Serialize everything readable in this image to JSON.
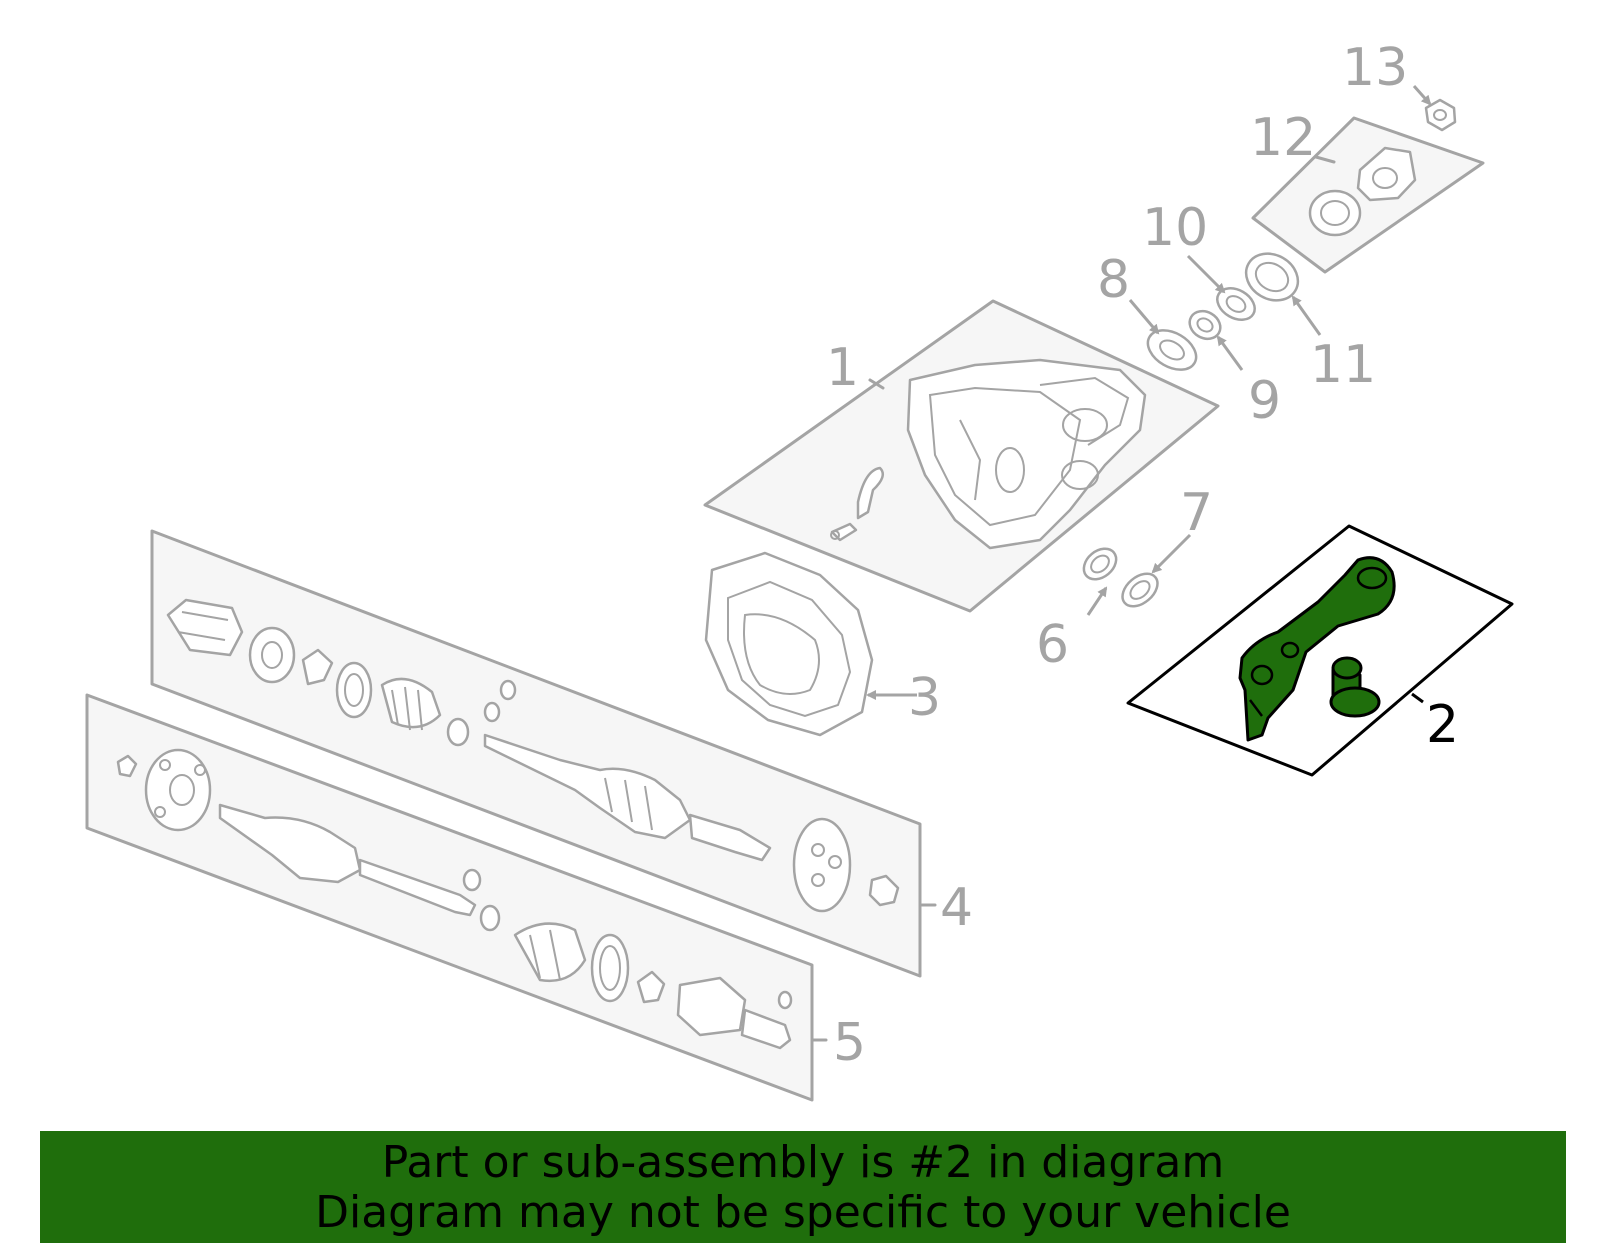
{
  "callouts": {
    "c1": "1",
    "c2": "2",
    "c3": "3",
    "c4": "4",
    "c5": "5",
    "c6": "6",
    "c7": "7",
    "c8": "8",
    "c9": "9",
    "c10": "10",
    "c11": "11",
    "c12": "12",
    "c13": "13"
  },
  "highlight_color": "#1f6e0c",
  "line_color": "#a4a4a4",
  "banner": {
    "line1": "Part or sub-assembly is #2 in diagram",
    "line2": "Diagram may not be specific to your vehicle"
  }
}
